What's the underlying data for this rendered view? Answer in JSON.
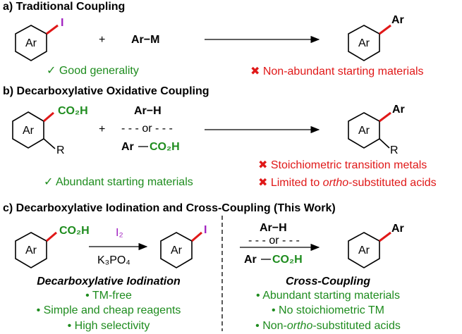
{
  "sections": {
    "a": {
      "title": "a) Traditional Coupling",
      "halide": "I",
      "ring": "Ar",
      "plus": "+",
      "reagent": "Ar−M",
      "product_sub": "Ar",
      "product_ring": "Ar",
      "pro": "✓ Good generality",
      "con": "✖ Non-abundant starting materials"
    },
    "b": {
      "title": "b) Decarboxylative Oxidative Coupling",
      "acid": "CO₂H",
      "ring": "Ar",
      "r_group": "R",
      "plus": "+",
      "reagent1": "Ar−H",
      "or": "- - - or - - -",
      "reagent2_ar": "Ar",
      "reagent2_co2h": "CO₂H",
      "product_sub": "Ar",
      "product_ring": "Ar",
      "product_r": "R",
      "pro": "✓ Abundant starting materials",
      "con1": "✖ Stoichiometric transition metals",
      "con2_pre": "✖ Limited to ",
      "con2_it": "ortho",
      "con2_post": "-substituted acids"
    },
    "c": {
      "title": "c) Decarboxylative Iodination and Cross-Coupling (This Work)",
      "acid": "CO₂H",
      "ring": "Ar",
      "reagent_above": "I₂",
      "reagent_below": "K₃PO₄",
      "iodide": "I",
      "iodide_ring": "Ar",
      "cc_reagent1": "Ar−H",
      "cc_or": "- - - or - - -",
      "cc_reagent2_ar": "Ar",
      "cc_reagent2_co2h": "CO₂H",
      "product_sub": "Ar",
      "product_ring": "Ar",
      "left_heading": "Decarboxylative Iodination",
      "left_points": [
        "• TM-free",
        "• Simple and cheap reagents",
        "• High selectivity"
      ],
      "right_heading": "Cross-Coupling",
      "right_points": [
        "• Abundant starting materials",
        "• No stoichiometric TM"
      ],
      "right_point3_pre": "• Non-",
      "right_point3_it": "ortho",
      "right_point3_post": "-substituted acids"
    }
  },
  "colors": {
    "green": "#1e8c1e",
    "red": "#e01818",
    "purple": "#a020c0",
    "bond_highlight": "#e01818"
  }
}
